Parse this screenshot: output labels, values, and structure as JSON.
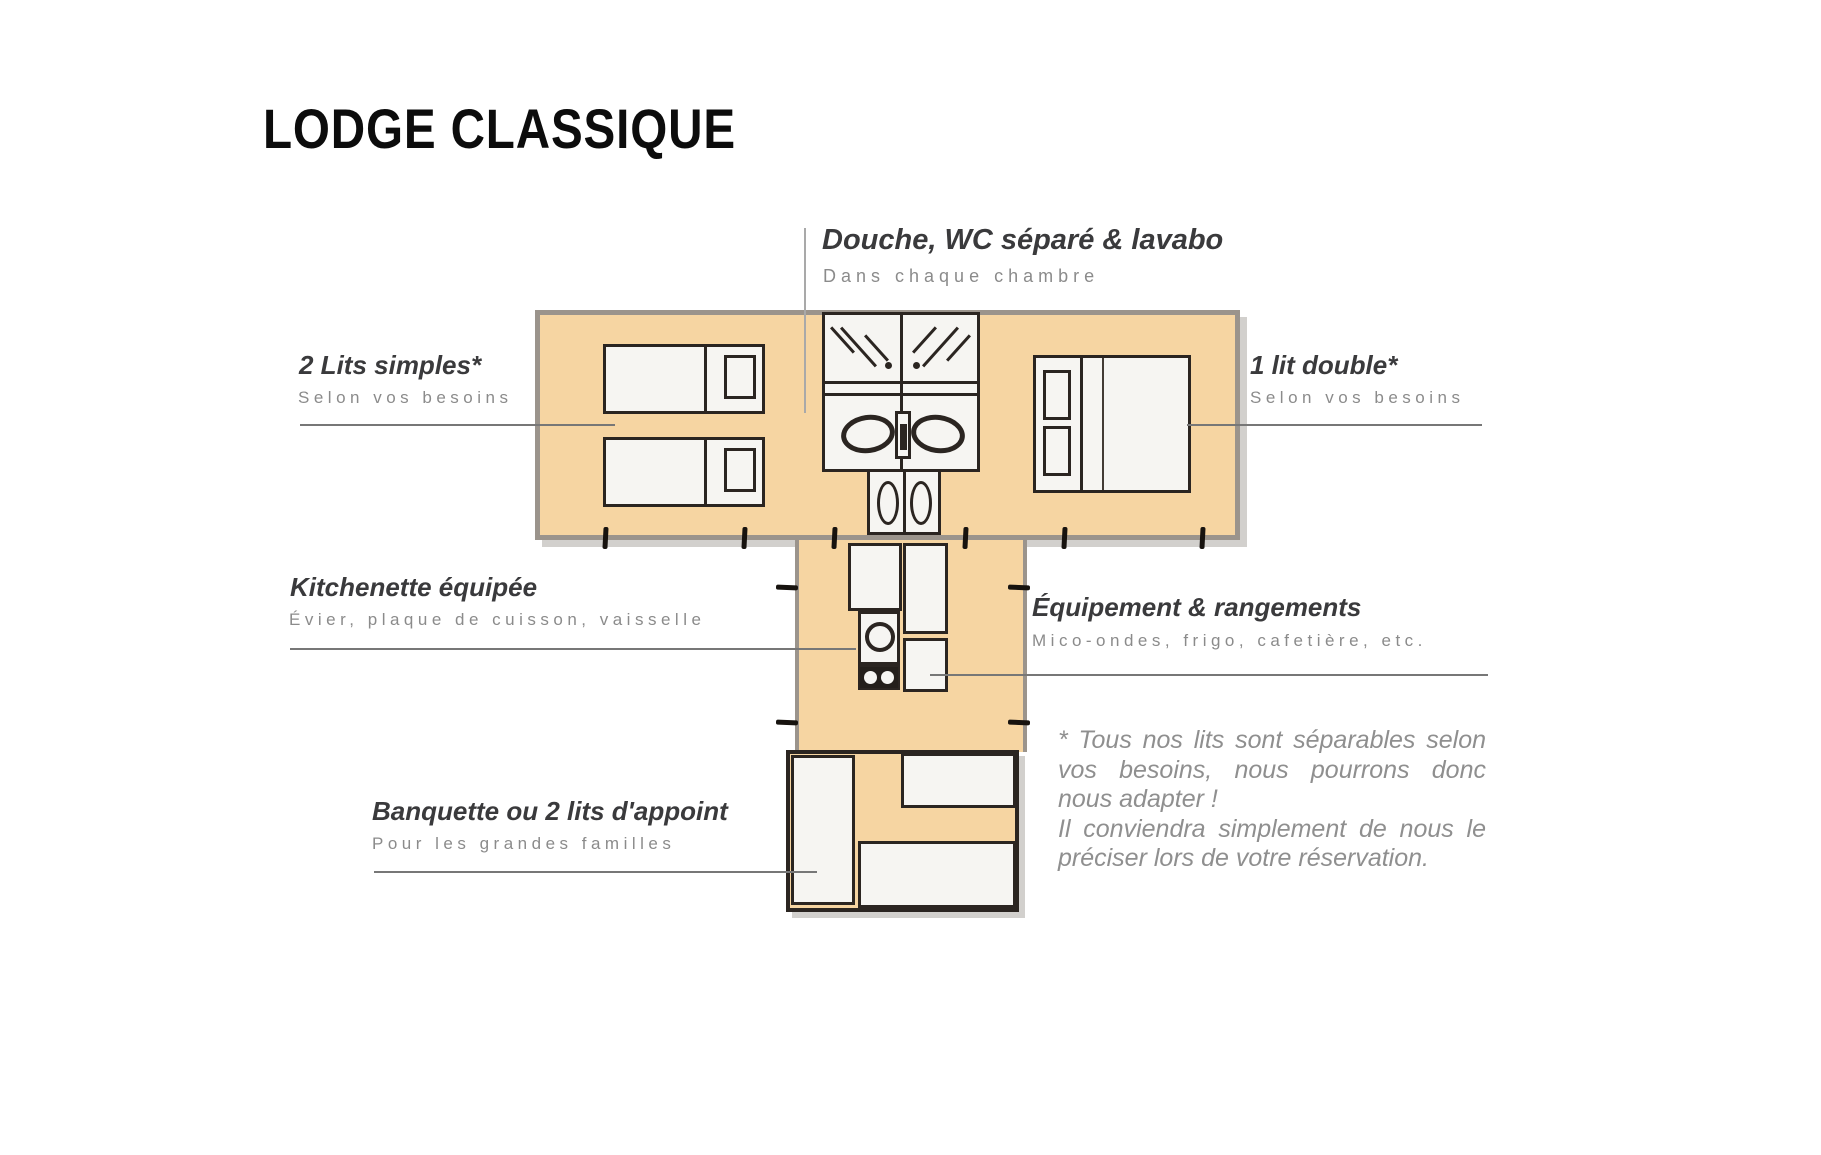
{
  "title": "LODGE CLASSIQUE",
  "colors": {
    "tan": "#f6d5a2",
    "wall": "#2b2521",
    "outline": "#9b948c",
    "leader": "#777777",
    "heading_text": "#3a3a3c",
    "sub_text": "#8b8b8b",
    "note_text": "#8f8f8f"
  },
  "annotations": {
    "douche": {
      "heading": "Douche, WC séparé & lavabo",
      "sub": "Dans chaque chambre"
    },
    "lits_simples": {
      "heading": "2 Lits simples*",
      "sub": "Selon vos besoins"
    },
    "lit_double": {
      "heading": "1 lit double*",
      "sub": "Selon vos besoins"
    },
    "kitchenette": {
      "heading": "Kitchenette équipée",
      "sub": "Évier, plaque de cuisson, vaisselle"
    },
    "equipement": {
      "heading": "Équipement & rangements",
      "sub": "Mico-ondes, frigo, cafetière, etc."
    },
    "banquette": {
      "heading": "Banquette ou 2 lits d'appoint",
      "sub": "Pour les grandes familles"
    }
  },
  "note": {
    "line1": "* Tous nos lits sont séparables selon vos besoins, nous pourrons donc nous adapter !",
    "line2": "Il conviendra simplement de nous le préciser lors de votre réservation."
  }
}
